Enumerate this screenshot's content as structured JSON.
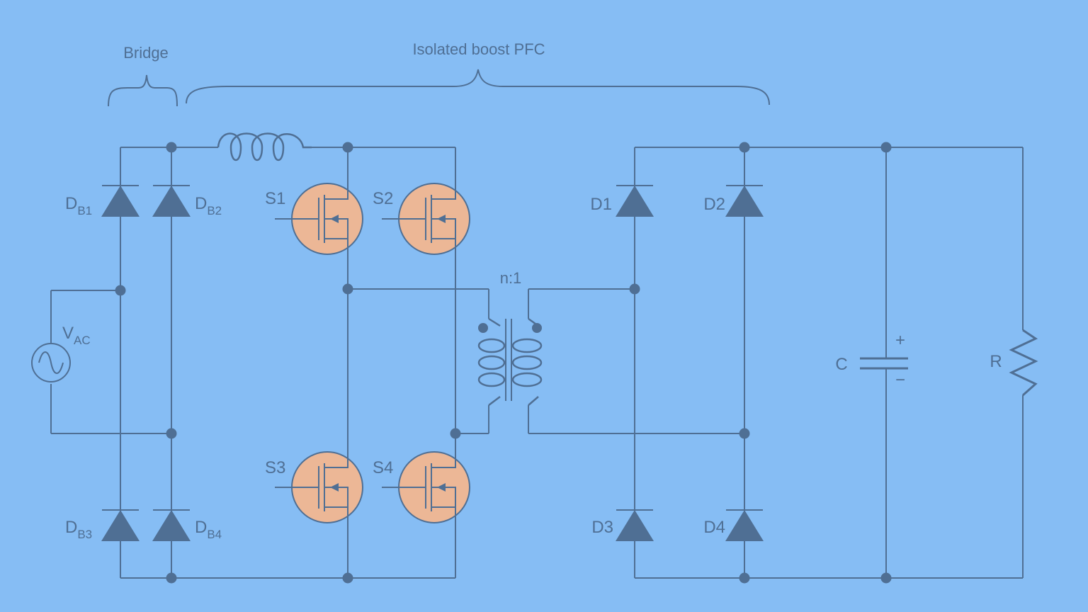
{
  "labels": {
    "bridge": "Bridge",
    "pfc": "Isolated boost PFC",
    "db1": {
      "main": "D",
      "sub": "B1"
    },
    "db2": {
      "main": "D",
      "sub": "B2"
    },
    "db3": {
      "main": "D",
      "sub": "B3"
    },
    "db4": {
      "main": "D",
      "sub": "B4"
    },
    "vac": {
      "main": "V",
      "sub": "AC"
    },
    "s1": "S1",
    "s2": "S2",
    "s3": "S3",
    "s4": "S4",
    "ratio": "n:1",
    "d1": "D1",
    "d2": "D2",
    "d3": "D3",
    "d4": "D4",
    "cap": "C",
    "plus": "+",
    "minus": "−",
    "res": "R"
  },
  "colors": {
    "background": "#86bdf4",
    "wire": "#4f6f94",
    "mosfet_fill": "#ecb796"
  }
}
